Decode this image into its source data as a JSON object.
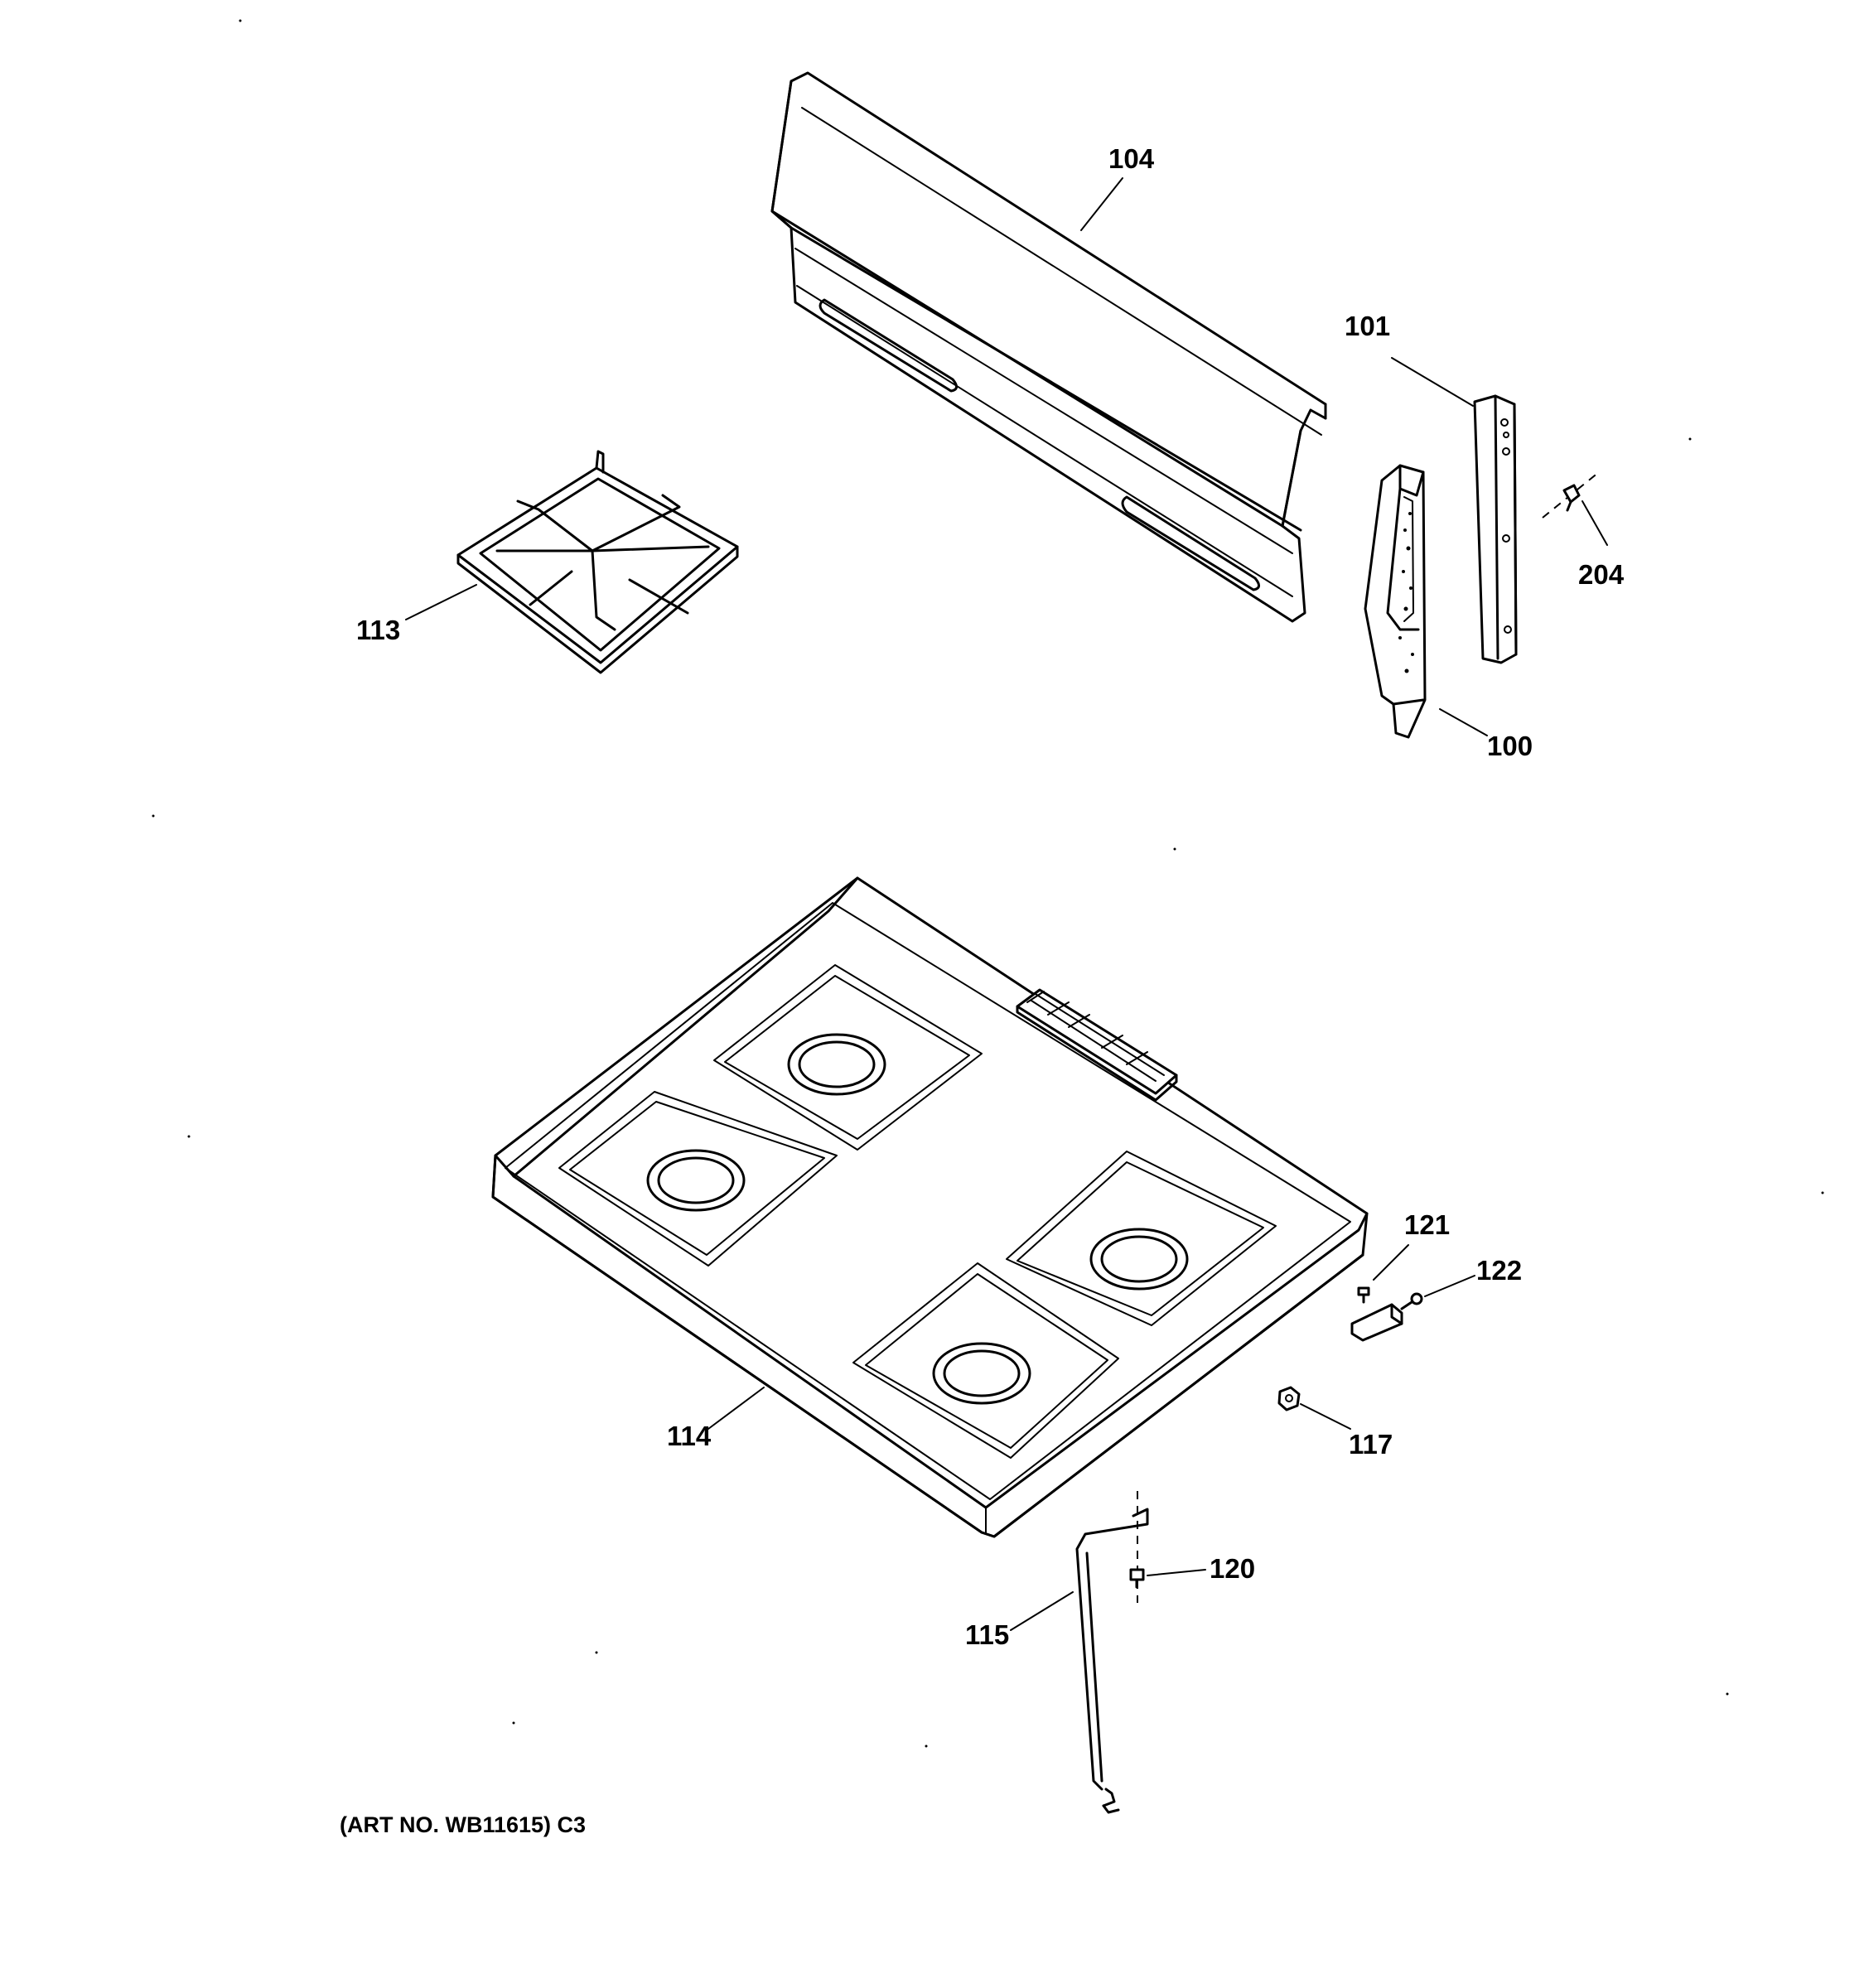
{
  "callouts": {
    "c104": "104",
    "c101": "101",
    "c204": "204",
    "c113": "113",
    "c100": "100",
    "c121": "121",
    "c122": "122",
    "c114": "114",
    "c117": "117",
    "c120": "120",
    "c115": "115"
  },
  "caption": "(ART NO. WB11615) C3"
}
